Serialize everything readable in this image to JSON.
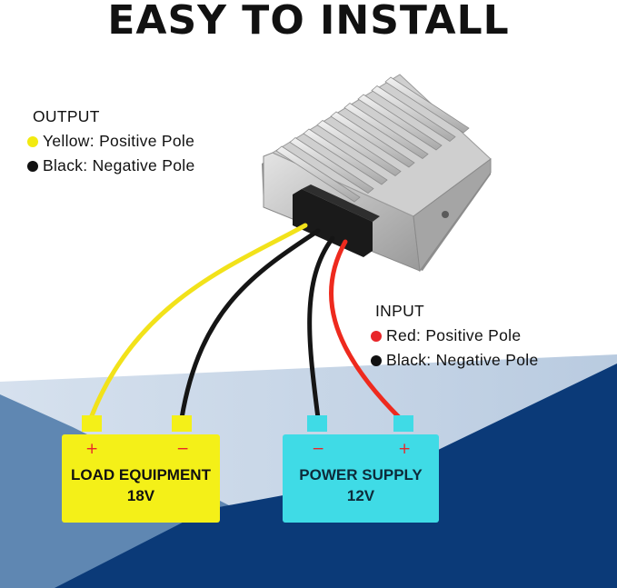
{
  "title": "EASY TO INSTALL",
  "output": {
    "heading": "OUTPUT",
    "items": [
      {
        "label": "Yellow: Positive Pole",
        "color": "#f2ea10"
      },
      {
        "label": "Black: Negative Pole",
        "color": "#111111"
      }
    ]
  },
  "input": {
    "heading": "INPUT",
    "items": [
      {
        "label": "Red: Positive Pole",
        "color": "#e8262a"
      },
      {
        "label": "Black: Negative Pole",
        "color": "#111111"
      }
    ]
  },
  "load": {
    "line1": "LOAD EQUIPMENT",
    "line2": "18V",
    "plus": "+",
    "minus": "−",
    "color": "#f4f018"
  },
  "power": {
    "line1": "POWER SUPPLY",
    "line2": "12V",
    "minus": "−",
    "plus": "+",
    "color": "#3fdbe6"
  },
  "wire_colors": {
    "yellow": "#f2e21a",
    "black": "#151515",
    "red": "#ee2a1e"
  },
  "background_colors": {
    "navy": "#0b3a78",
    "light_band": "#5f87b2",
    "pale_band": "#c9d7e8"
  }
}
